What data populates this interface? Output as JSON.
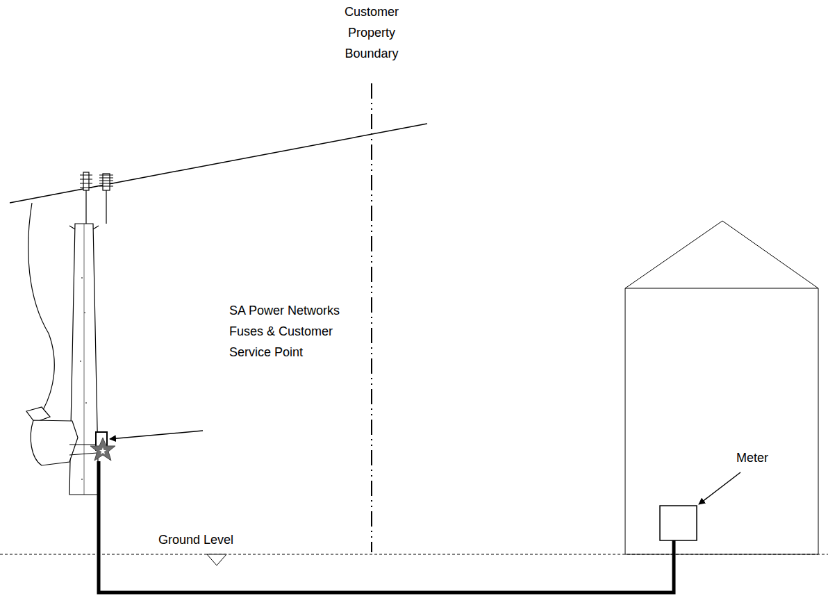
{
  "diagram": {
    "labels": [
      "Customer Property Boundary",
      "SA Power Networks Fuses & Customer Service Point",
      "Ground Level",
      "Meter"
    ]
  }
}
